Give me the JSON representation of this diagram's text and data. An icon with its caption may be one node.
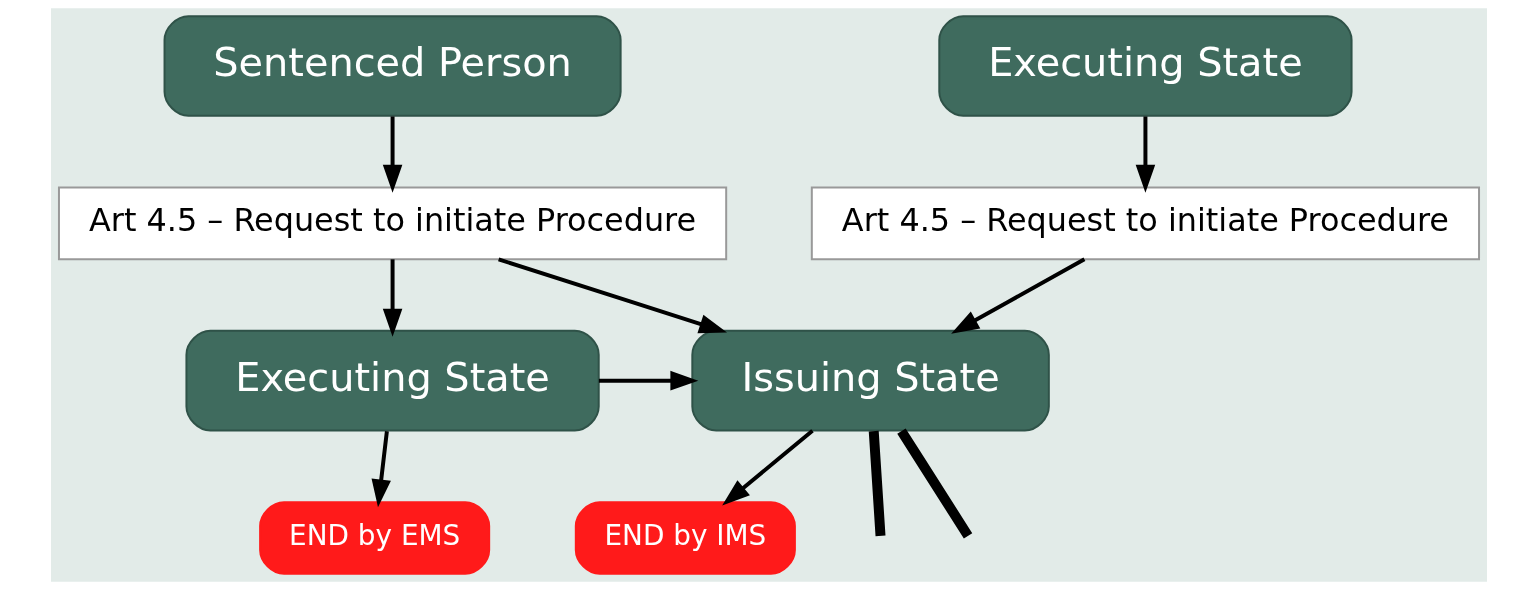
{
  "diagram": {
    "nodes": [
      {
        "text": [
          "Sentenced Person"
        ]
      },
      {
        "text": [
          "Art 4.5 – Request to initiate Procedure"
        ]
      },
      {
        "text": [
          "Executing State"
        ]
      },
      {
        "text": [
          "Art 4.5 – Request to initiate Procedure"
        ]
      },
      {
        "text": [
          "Executing State"
        ]
      },
      {
        "text": [
          "Issuing State"
        ]
      },
      {
        "text": [
          "END by EMS"
        ]
      },
      {
        "text": [
          "END by IMS"
        ]
      }
    ],
    "edges": [
      {
        "from": 0,
        "to": 1,
        "arrow": "to"
      },
      {
        "from": 2,
        "to": 3,
        "arrow": "to"
      },
      {
        "from": 1,
        "to": 4,
        "arrow": "to"
      },
      {
        "from": 1,
        "to": 5,
        "arrow": "to"
      },
      {
        "from": 4,
        "to": 5,
        "arrow": "to"
      },
      {
        "from": 3,
        "to": 5,
        "arrow": "to"
      },
      {
        "from": 4,
        "to": 6,
        "arrow": "to"
      },
      {
        "from": 5,
        "to": 7,
        "arrow": "to"
      },
      {
        "from": 5,
        "to": null,
        "arrow": "none",
        "style": "thick"
      },
      {
        "from": 5,
        "to": null,
        "arrow": "none",
        "style": "thick"
      }
    ]
  }
}
